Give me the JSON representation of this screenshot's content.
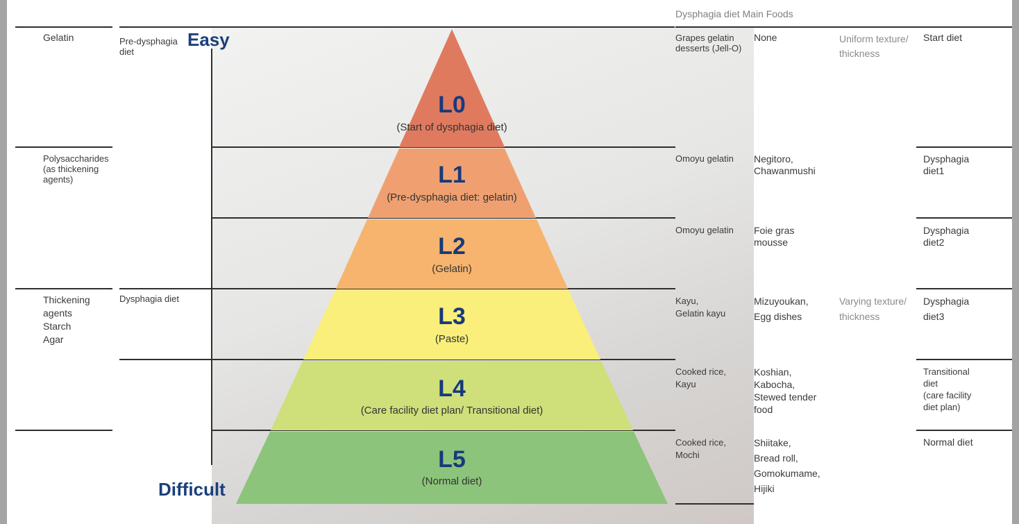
{
  "header": {
    "main_foods": "Dysphagia diet Main Foods"
  },
  "axis": {
    "easy": "Easy",
    "difficult": "Difficult"
  },
  "categories": {
    "gelatin": "Gelatin",
    "polysaccharides": "Polysaccharides\n(as thickening\nagents)",
    "thickening": "Thickening\nagents\nStarch\nAgar"
  },
  "diet_types": {
    "pre": "Pre-dysphagia\ndiet",
    "dysphagia": "Dysphagia diet"
  },
  "levels": [
    {
      "code": "L0",
      "desc": "(Start of dysphagia diet)",
      "color": "#e07a5f",
      "staple": "Grapes gelatin\ndesserts (Jell-O)",
      "dishes": "None",
      "diet": "Start diet"
    },
    {
      "code": "L1",
      "desc": "(Pre-dysphagia diet: gelatin)",
      "color": "#f0a070",
      "staple": "Omoyu gelatin",
      "dishes": "Negitoro,\nChawanmushi",
      "diet": "Dysphagia\ndiet1"
    },
    {
      "code": "L2",
      "desc": "(Gelatin)",
      "color": "#f6b46e",
      "staple": "Omoyu gelatin",
      "dishes": "Foie gras\nmousse",
      "diet": "Dysphagia\ndiet2"
    },
    {
      "code": "L3",
      "desc": "(Paste)",
      "color": "#f9ef7a",
      "staple": "Kayu,\nGelatin kayu",
      "dishes": "Mizuyoukan,\nEgg dishes",
      "diet": "Dysphagia\ndiet3"
    },
    {
      "code": "L4",
      "desc": "(Care facility diet plan/ Transitional diet)",
      "color": "#cfdf7a",
      "staple": "Cooked rice,\nKayu",
      "dishes": "Koshian,\nKabocha,\nStewed tender\nfood",
      "diet": "Transitional\ndiet\n(care facility\ndiet plan)"
    },
    {
      "code": "L5",
      "desc": "(Normal diet)",
      "color": "#8bc47a",
      "staple": "Cooked rice,\nMochi",
      "dishes": "Shiitake,\nBread roll,\nGomokumame,\nHijiki",
      "diet": "Normal diet"
    }
  ],
  "texture": {
    "uniform": "Uniform texture/\nthickness",
    "varying": "Varying texture/\nthickness"
  }
}
